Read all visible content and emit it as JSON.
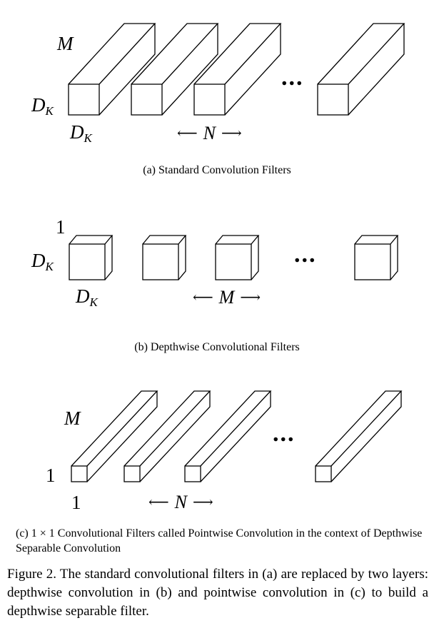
{
  "panels": {
    "a": {
      "depth_label": "M",
      "height_label_main": "D",
      "height_label_sub": "K",
      "width_label_main": "D",
      "width_label_sub": "K",
      "count_label": "N",
      "ellipsis": "...",
      "caption": "(a)  Standard Convolution Filters"
    },
    "b": {
      "depth_label": "1",
      "height_label_main": "D",
      "height_label_sub": "K",
      "width_label_main": "D",
      "width_label_sub": "K",
      "count_label": "M",
      "ellipsis": "...",
      "caption": "(b)  Depthwise Convolutional Filters"
    },
    "c": {
      "depth_label": "M",
      "height_label": "1",
      "width_label": "1",
      "count_label": "N",
      "ellipsis": "...",
      "caption": "(c)  1 × 1 Convolutional Filters called Pointwise Convolution in the context of Depthwise Separable Convolution"
    }
  },
  "arrows": {
    "left": "⟵",
    "right": "⟶"
  },
  "figure_caption": "Figure 2. The standard convolutional filters in (a) are replaced by two layers: depthwise convolution in (b) and pointwise convolution in (c) to build a depthwise separable filter."
}
